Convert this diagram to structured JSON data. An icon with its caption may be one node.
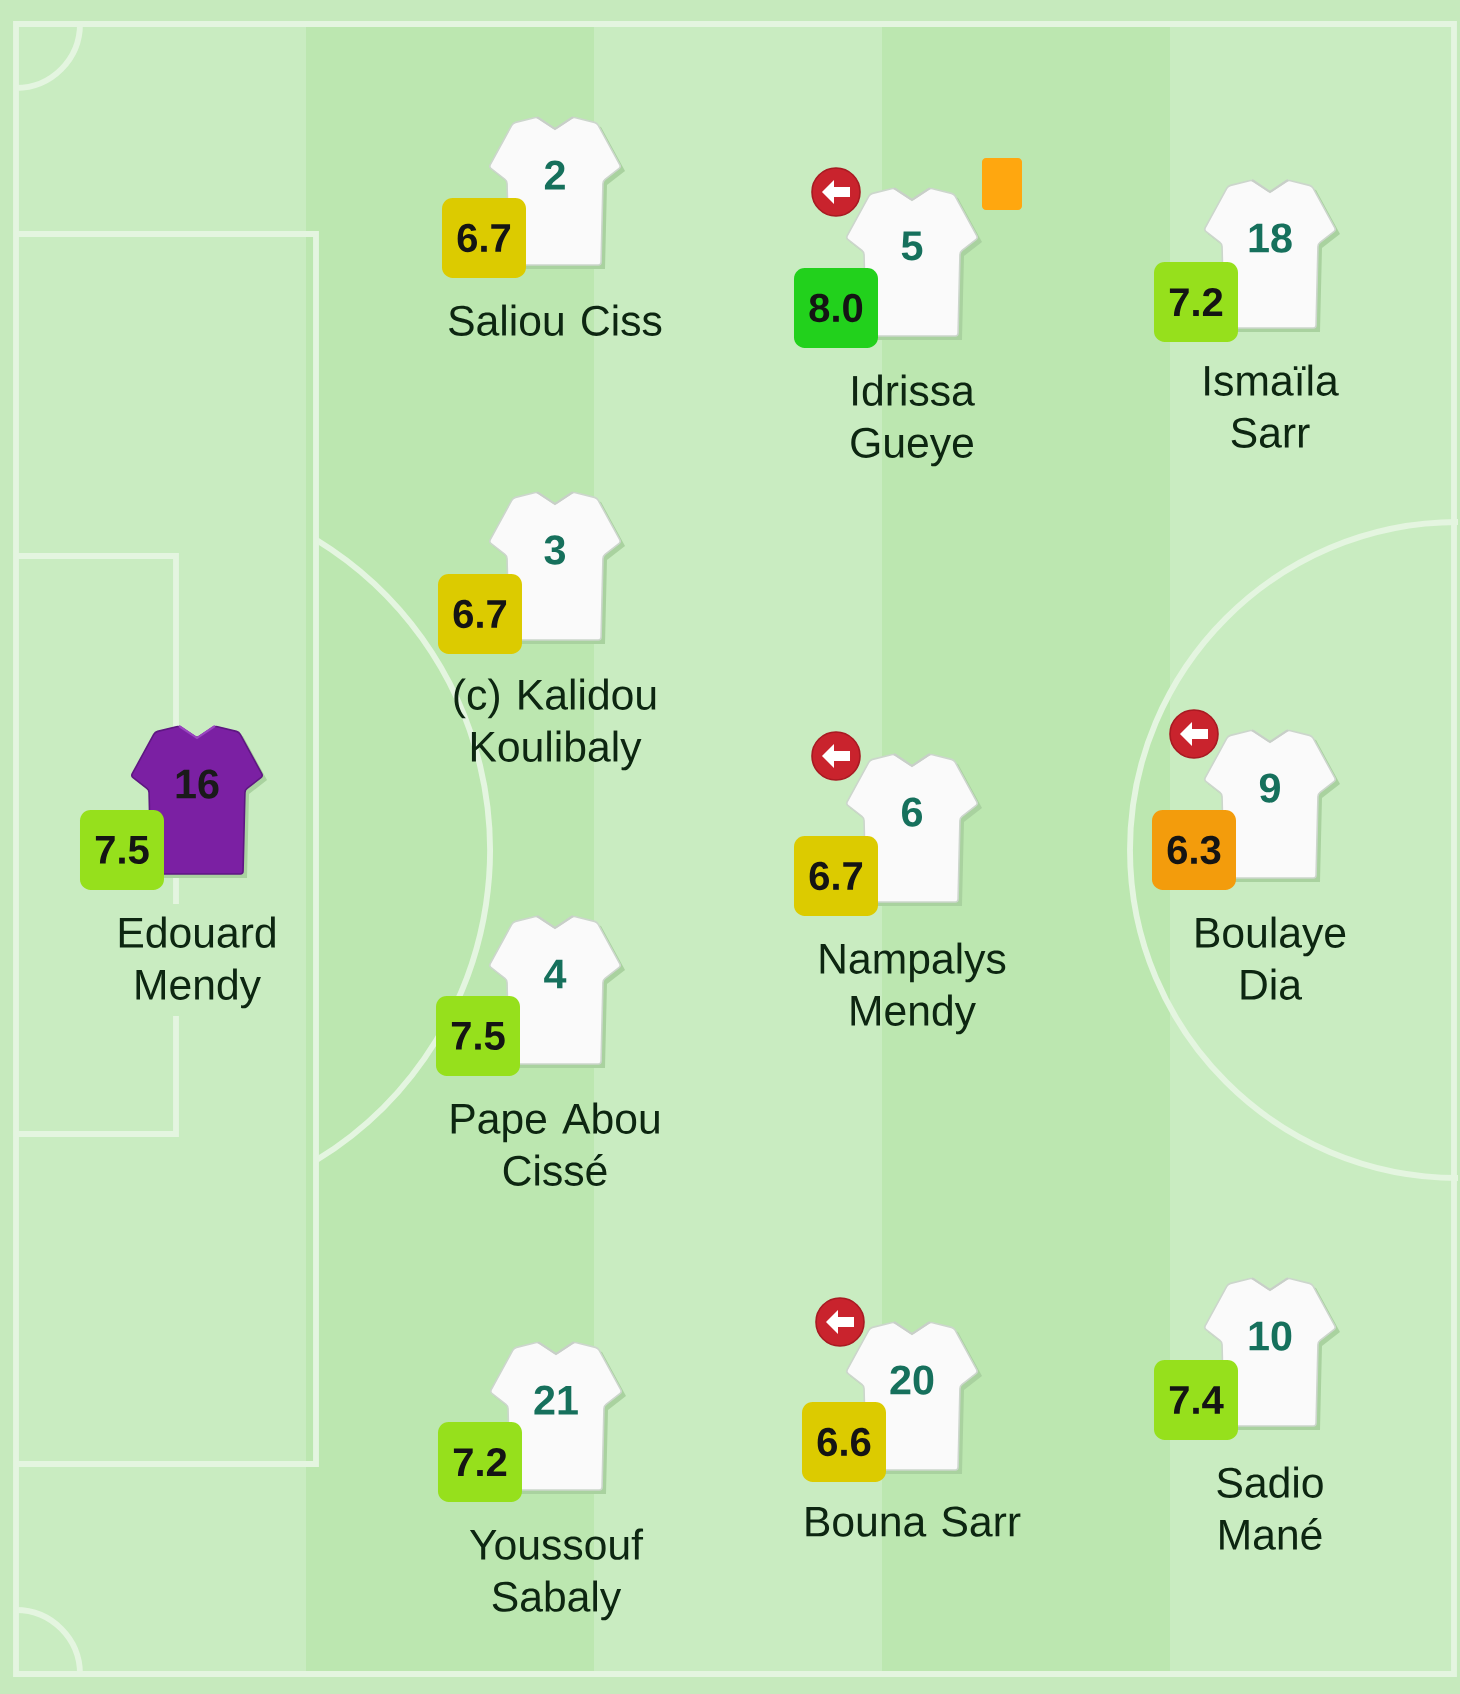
{
  "diagram": {
    "nodes": [
      {
        "text": [
          "16"
        ],
        "beside": [
          "Edouard Mendy"
        ]
      },
      {
        "text": [
          "7.5"
        ]
      },
      {
        "text": [
          "2"
        ],
        "beside": [
          "Saliou Ciss"
        ]
      },
      {
        "text": [
          "6.7"
        ]
      },
      {
        "text": [
          "3"
        ],
        "beside": [
          "(c) Kalidou Koulibaly"
        ]
      },
      {
        "text": [
          "6.7"
        ]
      },
      {
        "text": [
          "4"
        ],
        "beside": [
          "Pape Abou Cissé"
        ]
      },
      {
        "text": [
          "7.5"
        ]
      },
      {
        "text": [
          "21"
        ],
        "beside": [
          "Youssouf Sabaly"
        ]
      },
      {
        "text": [
          "7.2"
        ]
      },
      {
        "text": [
          "5"
        ],
        "beside": [
          "Idrissa Gueye"
        ]
      },
      {
        "text": [
          "8.0"
        ]
      },
      {
        "text": [
          "6"
        ],
        "beside": [
          "Nampalys Mendy"
        ]
      },
      {
        "text": [
          "6.7"
        ]
      },
      {
        "text": [
          "20"
        ],
        "beside": [
          "Bouna Sarr"
        ]
      },
      {
        "text": [
          "6.6"
        ]
      },
      {
        "text": [
          "18"
        ],
        "beside": [
          "Ismaïla Sarr"
        ]
      },
      {
        "text": [
          "7.2"
        ]
      },
      {
        "text": [
          "9"
        ],
        "beside": [
          "Boulaye Dia"
        ]
      },
      {
        "text": [
          "6.3"
        ]
      },
      {
        "text": [
          "10"
        ],
        "beside": [
          "Sadio Mané"
        ]
      },
      {
        "text": [
          "7.4"
        ]
      }
    ]
  }
}
